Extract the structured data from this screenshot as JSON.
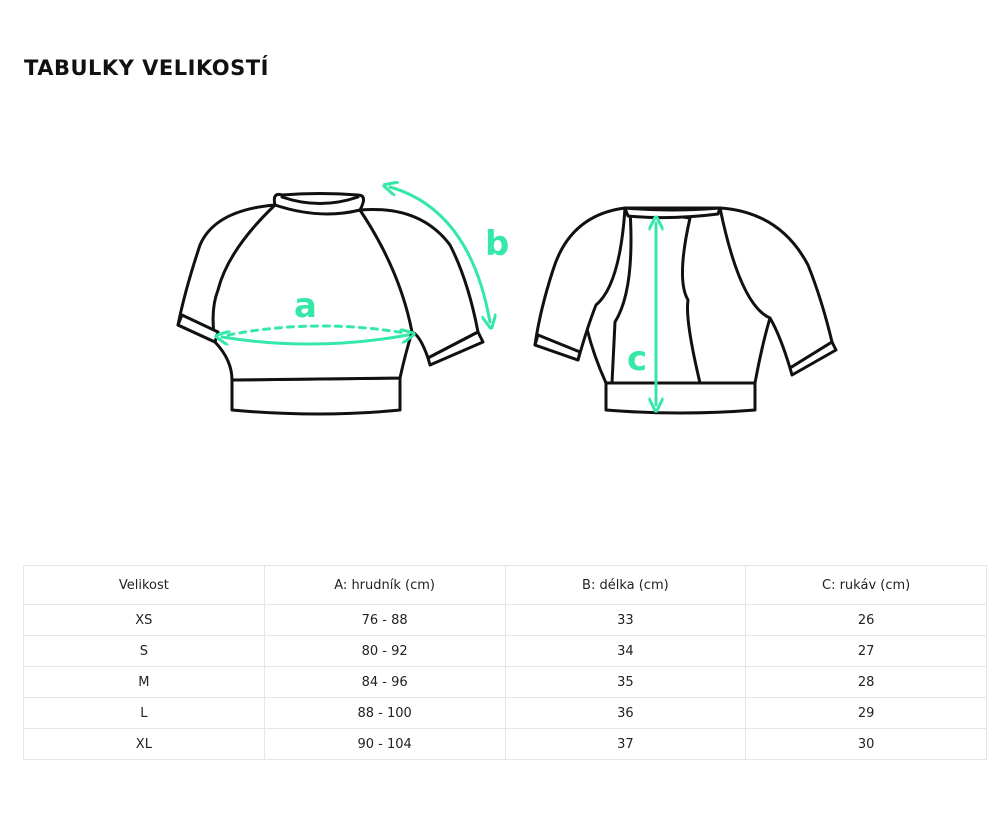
{
  "page": {
    "title": "TABULKY VELIKOSTÍ"
  },
  "illustration": {
    "label_a": "a",
    "label_b": "b",
    "label_c": "c",
    "accent_color": "#35e8a8",
    "outline_color": "#111111"
  },
  "table": {
    "headers": [
      "Velikost",
      "A: hrudník (cm)",
      "B: délka (cm)",
      "C: rukáv (cm)"
    ],
    "rows": [
      [
        "XS",
        "76 - 88",
        "33",
        "26"
      ],
      [
        "S",
        "80 - 92",
        "34",
        "27"
      ],
      [
        "M",
        "84 - 96",
        "35",
        "28"
      ],
      [
        "L",
        "88 - 100",
        "36",
        "29"
      ],
      [
        "XL",
        "90 - 104",
        "37",
        "30"
      ]
    ]
  }
}
